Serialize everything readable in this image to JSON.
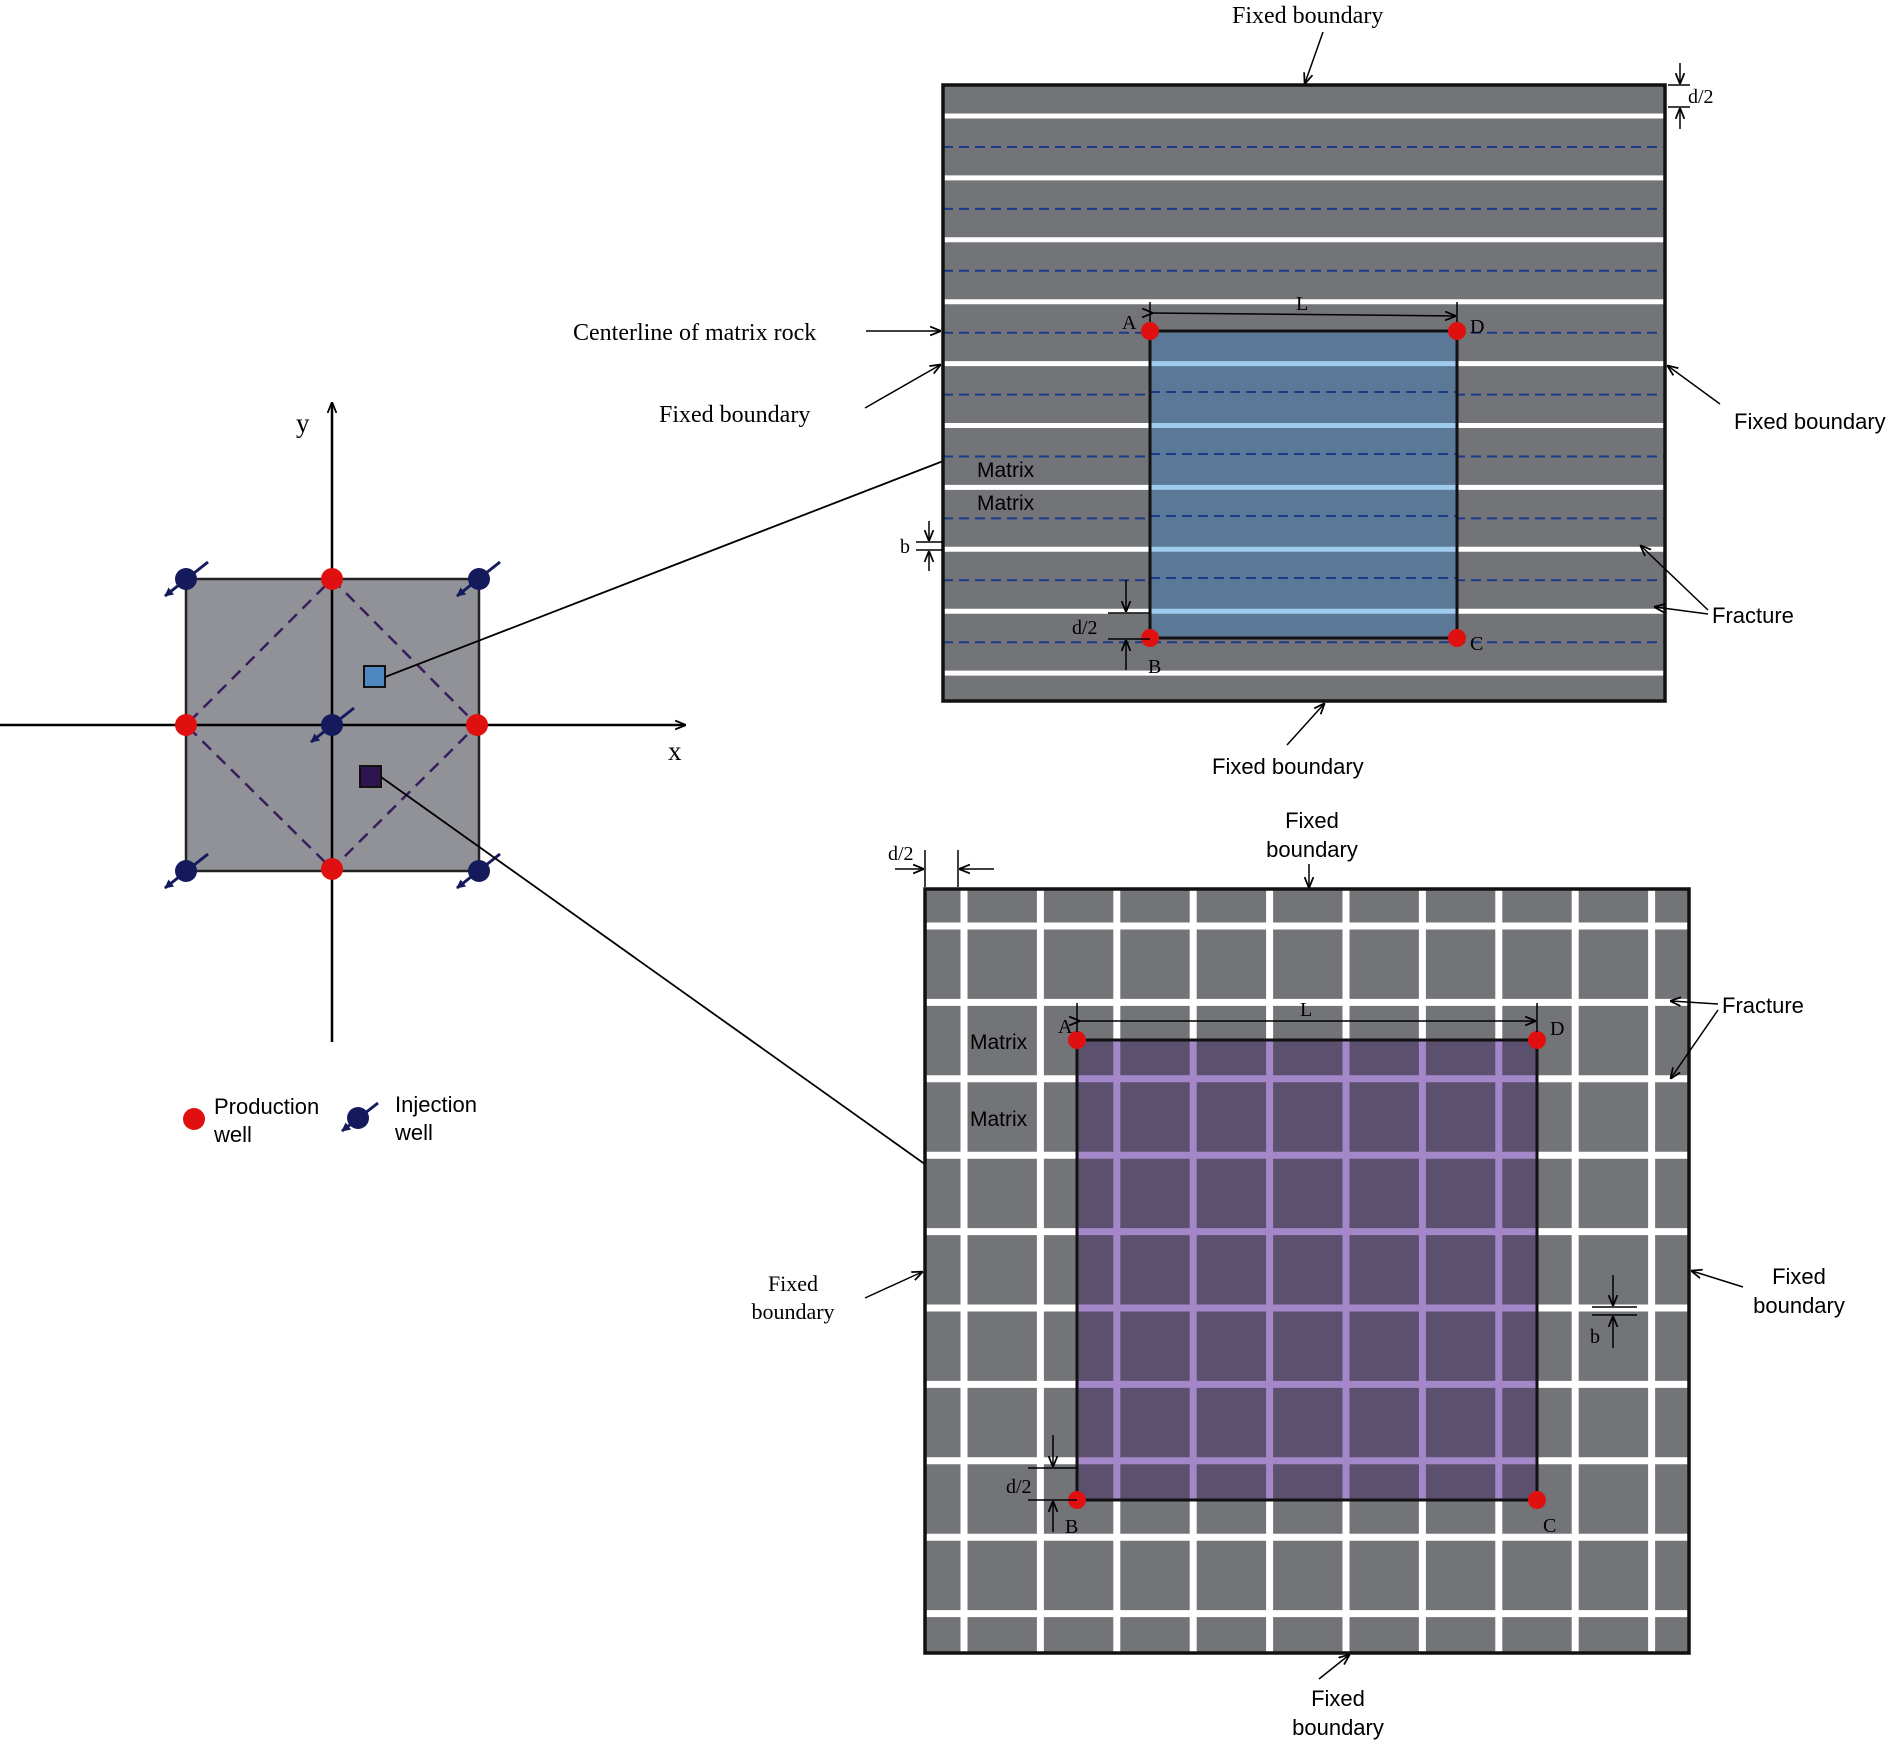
{
  "colors": {
    "matrix": "#737477",
    "fracture": "#ffffff",
    "centerline": "#1a3a8c",
    "production_well": "#e01010",
    "injection_well": "#141a5c",
    "pattern_fill": "#909297",
    "highlight_top": "#5b7896",
    "highlight_top_fracture": "#9ecbee",
    "highlight_bottom": "#5c506f",
    "highlight_bottom_fracture": "#a487c8",
    "marker_top": "#4f87c0",
    "marker_bottom": "#2e1550"
  },
  "overview": {
    "axis_x": "x",
    "axis_y": "y",
    "legend": {
      "production_line1": "Production",
      "production_line2": "well",
      "injection_line1": "Injection",
      "injection_line2": "well"
    }
  },
  "top_panel": {
    "fixed_boundary_top": "Fixed boundary",
    "fixed_boundary_left": "Fixed boundary",
    "fixed_boundary_right": "Fixed boundary",
    "fixed_boundary_bottom": "Fixed boundary",
    "centerline_label": "Centerline of matrix rock",
    "matrix_label_1": "Matrix",
    "matrix_label_2": "Matrix",
    "fracture_label": "Fracture",
    "dim_d2_top": "d/2",
    "dim_d2_inner": "d/2",
    "dim_b": "b",
    "dim_L": "L",
    "corner_a": "A",
    "corner_b": "B",
    "corner_c": "C",
    "corner_d": "D"
  },
  "bottom_panel": {
    "fixed_top_line1": "Fixed",
    "fixed_top_line2": "boundary",
    "fixed_left_line1": "Fixed",
    "fixed_left_line2": "boundary",
    "fixed_right_line1": "Fixed",
    "fixed_right_line2": "boundary",
    "fixed_bottom_line1": "Fixed",
    "fixed_bottom_line2": "boundary",
    "fracture_label": "Fracture",
    "matrix_label_1": "Matrix",
    "matrix_label_2": "Matrix",
    "dim_d2_top": "d/2",
    "dim_d2_inner": "d/2",
    "dim_b": "b",
    "dim_L": "L",
    "corner_a": "A",
    "corner_b": "B",
    "corner_c": "C",
    "corner_d": "D"
  }
}
